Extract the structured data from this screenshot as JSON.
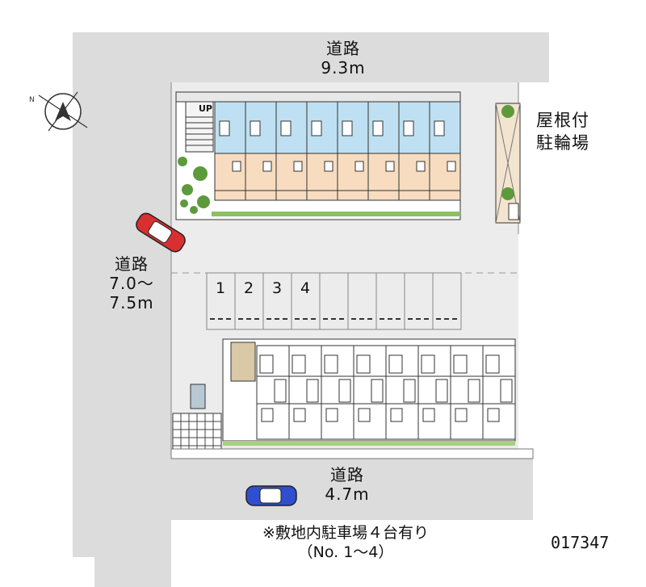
{
  "roads": {
    "top": {
      "name": "道路",
      "width": "9.3m"
    },
    "left": {
      "name": "道路",
      "width_line1": "7.0～",
      "width_line2": "7.5m"
    },
    "bottom": {
      "name": "道路",
      "width": "4.7m"
    }
  },
  "bicycle_parking": {
    "line1": "屋根付",
    "line2": "駐輪場"
  },
  "stairs_label": "UP",
  "parking_slots": [
    "1",
    "2",
    "3",
    "4"
  ],
  "note": {
    "line1": "※敷地内駐車場４台有り",
    "line2": "（No. 1～4）"
  },
  "property_code": "017347",
  "colors": {
    "road": "#dcdcdc",
    "site": "#ececec",
    "unit_blue": "#bfe0f2",
    "unit_peach": "#f7dcc0",
    "greenery": "#5c9a3c",
    "car_red": "#d83030",
    "car_blue": "#2f4fd0"
  }
}
